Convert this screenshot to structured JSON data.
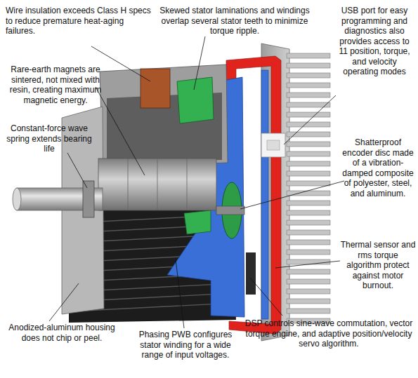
{
  "diagram": {
    "labels": [
      "Wire insulation exceeds Class H specs to reduce premature heat-aging failures.",
      "Skewed stator laminations and windings overlap several stator teeth to minimize torque ripple.",
      "USB port for easy programming and diagnostics also provides access to 11 position, torque, and velocity operating modes",
      "Rare-earth magnets are sintered, not mixed with resin, creating maximum magnetic energy.",
      "Constant-force wave spring extends bearing life",
      "Shatterproof encoder disc made of a vibration-damped composite of polyester, steel, and aluminum.",
      "Thermal sensor and rms torque algorithm protect against motor burnout.",
      "Anodized-aluminum housing does not chip or peel.",
      "Phasing PWB configures stator winding for a wide range of input voltages.",
      "DSP controls sine-wave commutation, vector torque engine, and adaptive position/velocity servo algorithm."
    ]
  }
}
